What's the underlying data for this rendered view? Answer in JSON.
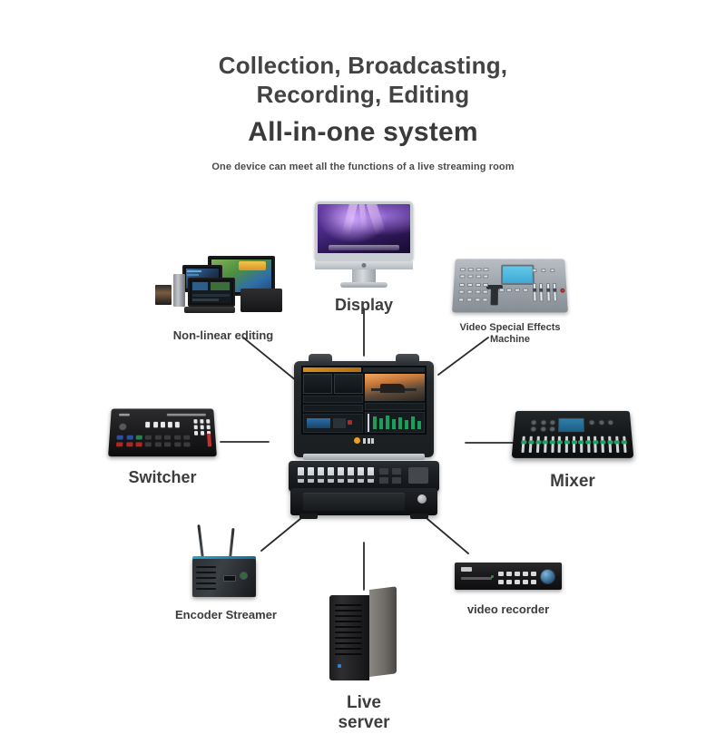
{
  "header": {
    "title_line1": "Collection, Broadcasting,",
    "title_line2": "Recording, Editing",
    "title_line3": "All-in-one system",
    "subtitle": "One device can meet all the functions of a live streaming room"
  },
  "diagram": {
    "center": {
      "name": "all-in-one-broadcast-workstation",
      "label": ""
    },
    "nodes": [
      {
        "id": "display",
        "label": "Display"
      },
      {
        "id": "non-linear-editing",
        "label": "Non-linear editing"
      },
      {
        "id": "video-special-effects-machine",
        "label": "Video Special Effects\nMachine"
      },
      {
        "id": "switcher",
        "label": "Switcher"
      },
      {
        "id": "mixer",
        "label": "Mixer"
      },
      {
        "id": "encoder-streamer",
        "label": "Encoder Streamer"
      },
      {
        "id": "live-server",
        "label": "Live server"
      },
      {
        "id": "video-recorder",
        "label": "video recorder"
      }
    ]
  },
  "colors": {
    "background": "#ffffff",
    "text": "#3d3d3d",
    "heading": "#3a3a3a",
    "connector": "#2b2b2b",
    "accent_orange": "#e8a227",
    "accent_blue": "#2aa9d4"
  }
}
